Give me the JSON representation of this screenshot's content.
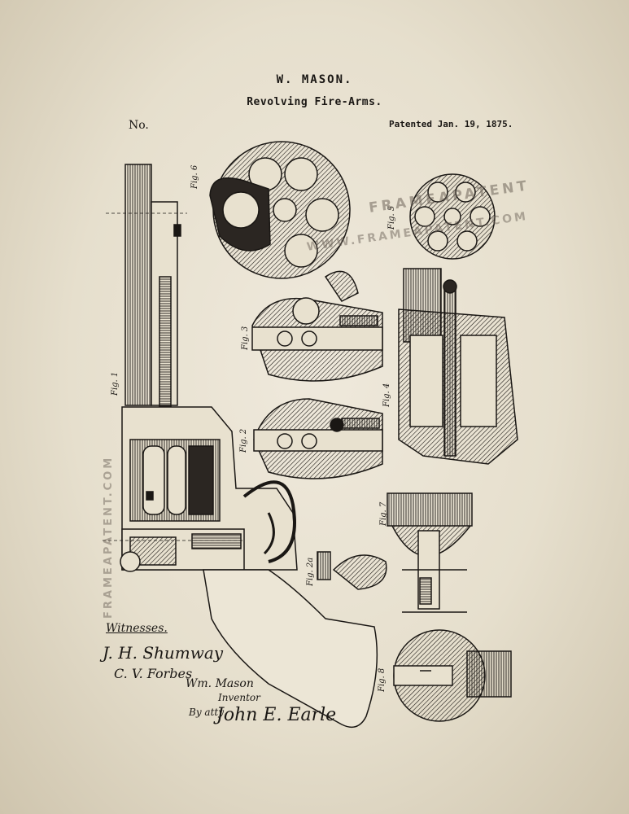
{
  "header": {
    "inventor_name": "W. MASON.",
    "title": "Revolving Fire-Arms.",
    "number_label": "No.",
    "patent_date": "Patented Jan. 19, 1875."
  },
  "watermark": {
    "line1": "FRAMEAPATENT",
    "line2": "WWW.FRAMEAPATENT.COM",
    "line3": "FRAMEAPATENT.COM"
  },
  "figures": {
    "fig1": "Fig. 1",
    "fig2": "Fig. 2",
    "fig2a": "Fig. 2a",
    "fig3": "Fig. 3",
    "fig4": "Fig. 4",
    "fig5": "Fig. 5",
    "fig6": "Fig. 6",
    "fig7": "Fig. 7",
    "fig8": "Fig. 8"
  },
  "signatures": {
    "witnesses_label": "Witnesses.",
    "witness1": "J. H. Shumway",
    "witness2": "C. V. Forbes",
    "inventor_signature": "Wm. Mason",
    "inventor_caption": "Inventor",
    "attorney_label": "By atty",
    "attorney_signature": "John E. Earle"
  }
}
